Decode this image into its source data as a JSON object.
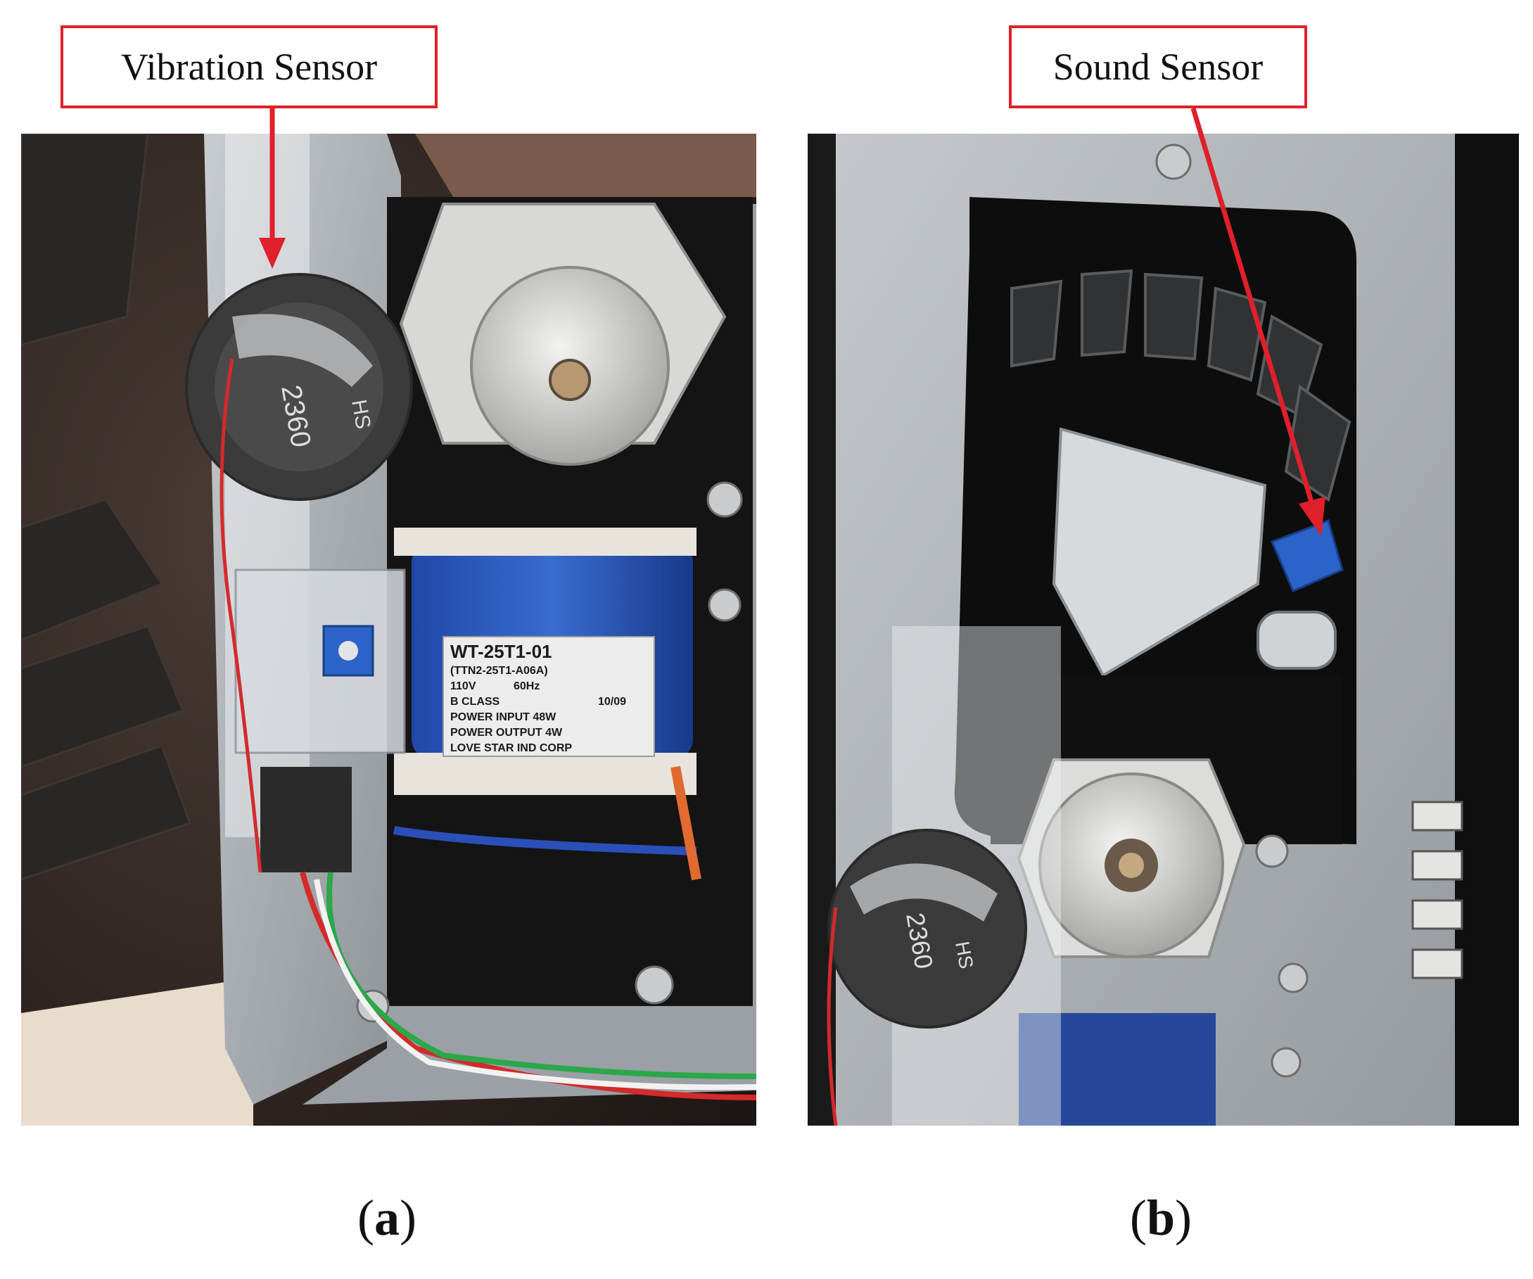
{
  "panels": [
    {
      "id": "a",
      "callout": "Vibration Sensor",
      "label_open": "(",
      "label_letter": "a",
      "label_close": ")",
      "printed_labels": {
        "sensor_number": "2360",
        "sensor_mark": "HS",
        "transformer_model": "WT-25T1-01",
        "transformer_part": "(TTN2-25T1-A06A)",
        "voltage": "110V",
        "frequency": "60Hz",
        "class": "B CLASS",
        "date": "10/09",
        "power_input": "POWER INPUT 48W",
        "power_output": "POWER OUTPUT 4W",
        "maker": "LOVE STAR IND CORP"
      }
    },
    {
      "id": "b",
      "callout": "Sound Sensor",
      "label_open": "(",
      "label_letter": "b",
      "label_close": ")",
      "printed_labels": {
        "sensor_number": "2360",
        "sensor_mark": "HS"
      }
    }
  ],
  "colors": {
    "callout_border": "#e0202a",
    "arrow": "#e0202a"
  }
}
